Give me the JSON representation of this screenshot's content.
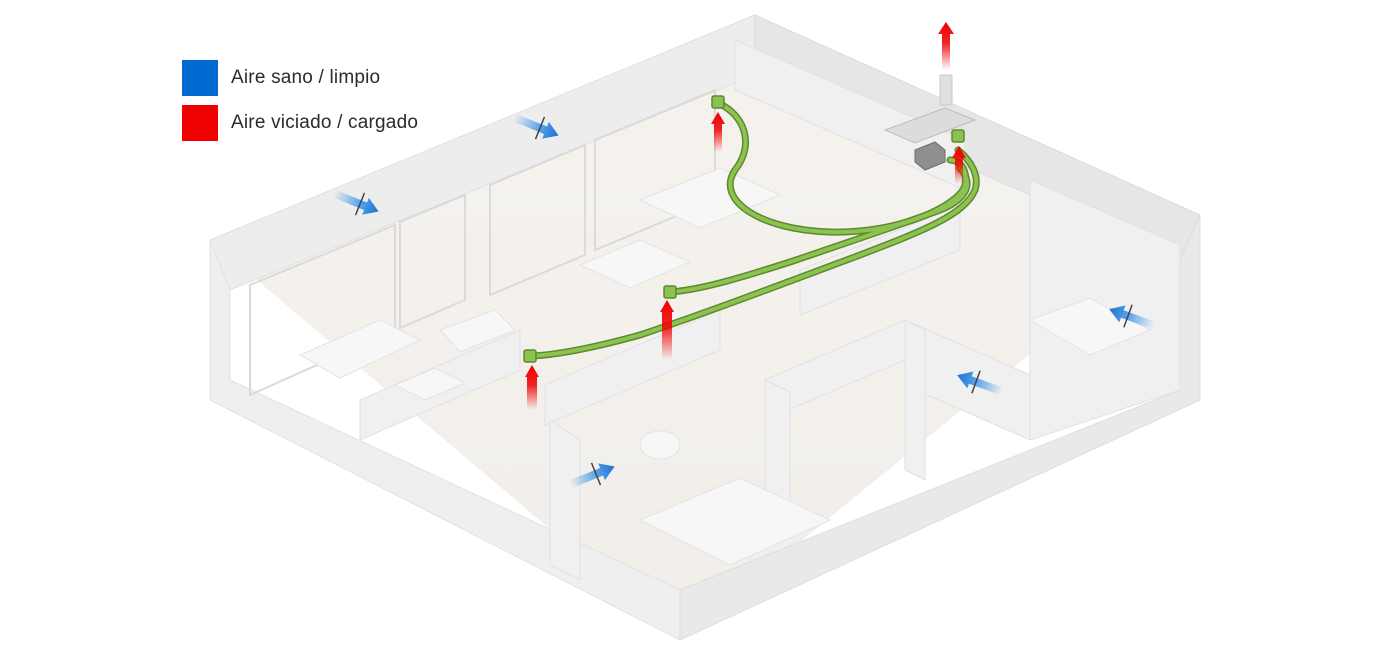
{
  "legend": {
    "items": [
      {
        "label": "Aire sano / limpio",
        "color": "#0068d0",
        "kind": "clean-air"
      },
      {
        "label": "Aire viciado / cargado",
        "color": "#f00000",
        "kind": "stale-air"
      }
    ]
  },
  "colors": {
    "duct": "#7fb346",
    "duct_dark": "#5d8a2f",
    "clean_air": "#0068d0",
    "stale_air": "#f00000",
    "wall": "#ececec",
    "floor": "#f5f3f0",
    "unit": "#8f8f8f"
  },
  "icons": {
    "clean_arrow": "blue-air-arrow-icon",
    "stale_arrow": "red-air-arrow-icon",
    "ventilation_unit": "ventilation-unit-icon",
    "duct_outlet": "duct-outlet-icon"
  }
}
